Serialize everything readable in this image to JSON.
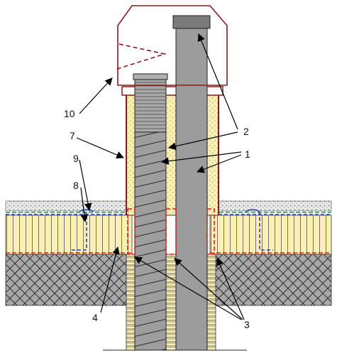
{
  "labels": {
    "l1": "1",
    "l2": "2",
    "l3": "3",
    "l4": "4",
    "l7": "7",
    "l8": "8",
    "l9": "9",
    "l10": "10"
  },
  "colors": {
    "insulation": "#fbf0b4",
    "concrete": "#a3a3a3",
    "pipe": "#9c9c9c",
    "cap": "#8b1a1a",
    "seal_red": "#e0201c",
    "seal_blue": "#2e3fbf",
    "membrane_green": "#1f9a3a"
  },
  "icons": {
    "arrow": "arrow-icon"
  }
}
